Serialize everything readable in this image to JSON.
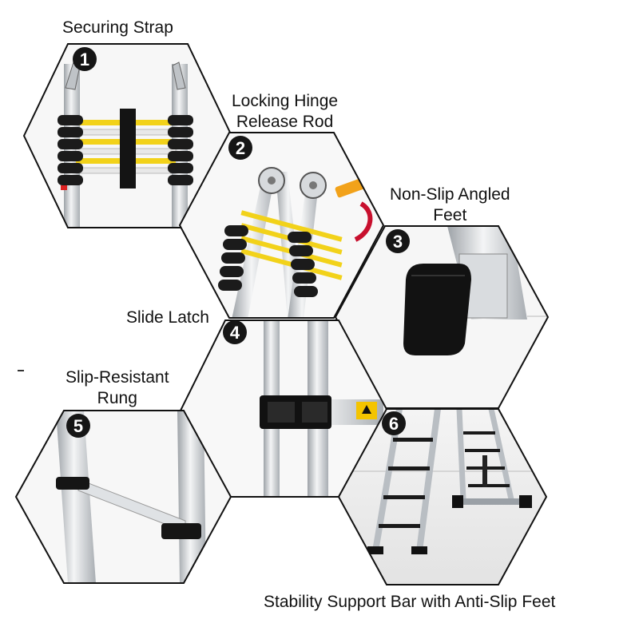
{
  "features": [
    {
      "number": "1",
      "caption_lines": [
        "Securing Strap"
      ]
    },
    {
      "number": "2",
      "caption_lines": [
        "Locking Hinge",
        "Release Rod"
      ]
    },
    {
      "number": "3",
      "caption_lines": [
        "Non-Slip Angled",
        "Feet"
      ]
    },
    {
      "number": "4",
      "caption_lines": [
        "Slide Latch"
      ]
    },
    {
      "number": "5",
      "caption_lines": [
        "Slip-Resistant",
        "Rung"
      ]
    },
    {
      "number": "6",
      "caption_lines": [
        "Stability Support Bar with Anti-Slip Feet"
      ]
    }
  ],
  "colors": {
    "badge": "#161616",
    "outline": "#111111",
    "rung_yellow": "#f2d21a",
    "grip_black": "#1b1b1b",
    "aluminium": "#c9cdd1",
    "warning_label": "#f4c400"
  }
}
